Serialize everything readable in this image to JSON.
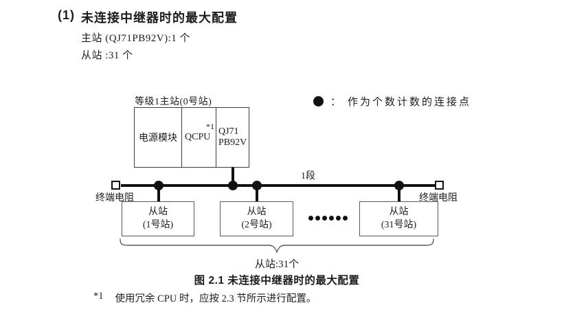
{
  "page": {
    "heading": {
      "number": "(1)",
      "title": "未连接中继器时的最大配置"
    },
    "spec_lines": [
      "主站 (QJ71PB92V):1 个",
      "从站 :31 个"
    ],
    "caption": "图 2.1 未连接中继器时的最大配置",
    "footnote": {
      "marker": "*1",
      "text": "使用冗余 CPU 时，应按 2.3 节所示进行配置。"
    }
  },
  "legend": {
    "separator": "：",
    "label": "作为个数计数的连接点"
  },
  "diagram": {
    "master_station": {
      "label": "等级1主站(0号站)",
      "modules": {
        "power": "电源模块",
        "cpu": "QCPU",
        "cpu_footnote_ref": "*1",
        "network_line1": "QJ71",
        "network_line2": "PB92V"
      }
    },
    "segment_label": "1段",
    "terminators": {
      "left": "终端电阻",
      "right": "终端电阻"
    },
    "slave_stations": [
      {
        "name": "从站",
        "station_no": "(1号站)"
      },
      {
        "name": "从站",
        "station_no": "(2号站)"
      },
      {
        "name": "从站",
        "station_no": "(31号站)"
      }
    ],
    "ellipsis_dot_count": 6,
    "brace_label": "从站:31个"
  },
  "colors": {
    "bus_line": "#111111",
    "master_border": "#3d3d3d",
    "slave_border": "#595959",
    "text": "#1c1c1c"
  }
}
